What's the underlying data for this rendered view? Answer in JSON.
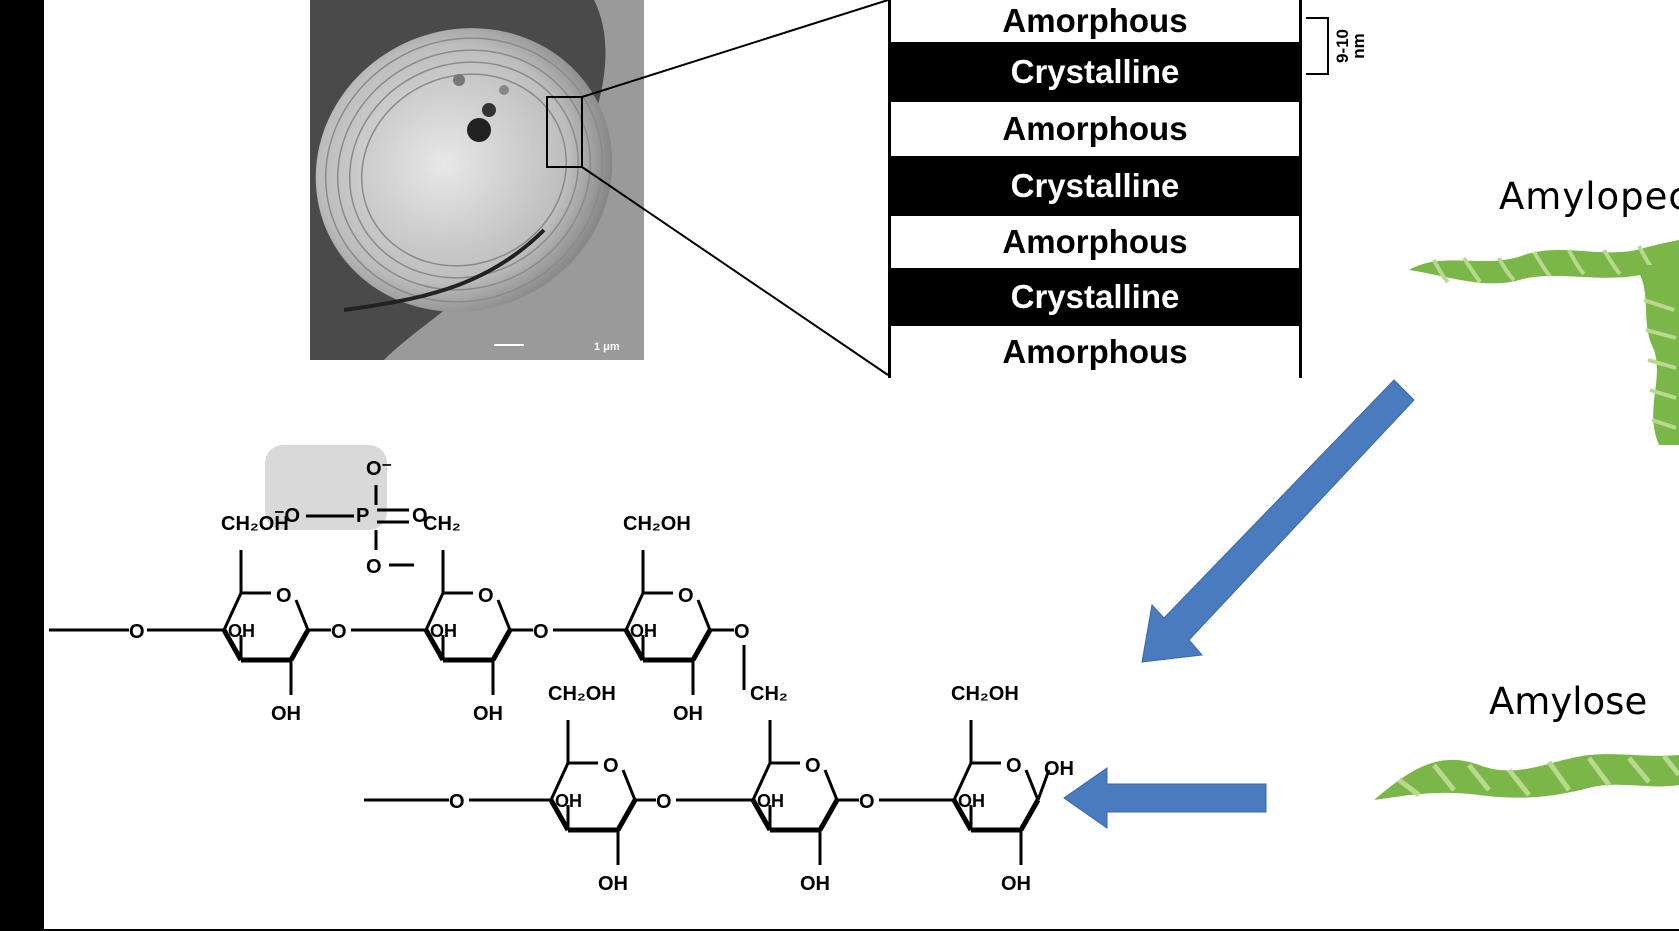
{
  "figure": {
    "layers": [
      {
        "label": "Amorphous",
        "kind": "amorphous"
      },
      {
        "label": "Crystalline",
        "kind": "crystalline"
      },
      {
        "label": "Amorphous",
        "kind": "amorphous"
      },
      {
        "label": "Crystalline",
        "kind": "crystalline"
      },
      {
        "label": "Amorphous",
        "kind": "amorphous"
      },
      {
        "label": "Crystalline",
        "kind": "crystalline"
      },
      {
        "label": "Amorphous",
        "kind": "amorphous"
      }
    ],
    "scale_label": "9-10\nnm",
    "micrograph_scale_text": "1 μm",
    "amylopectin_label": "Amylopec",
    "amylose_label": "Amylose",
    "chemistry": {
      "ch2oh": "CH₂OH",
      "ch2": "CH₂",
      "oh": "OH",
      "o": "O",
      "p": "P",
      "o_minus": "O⁻",
      "minus_o": "⁻O"
    },
    "colors": {
      "arrow": "#4a7bbf",
      "helix_green": "#7ab648",
      "helix_light": "#b9d98f"
    }
  }
}
